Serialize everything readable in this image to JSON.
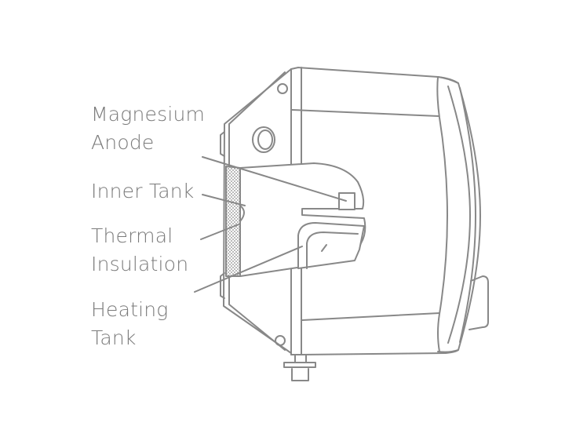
{
  "callouts": [
    {
      "id": "magnesium-anode",
      "text": "Magnesium\nAnode"
    },
    {
      "id": "inner-tank",
      "text": "Inner Tank"
    },
    {
      "id": "thermal-insulation",
      "text": "Thermal\nInsulation"
    },
    {
      "id": "heating-tank",
      "text": "Heating\nTank"
    }
  ],
  "colors": {
    "line": "#888888",
    "text": "#7a7a7a",
    "background": "#ffffff"
  }
}
